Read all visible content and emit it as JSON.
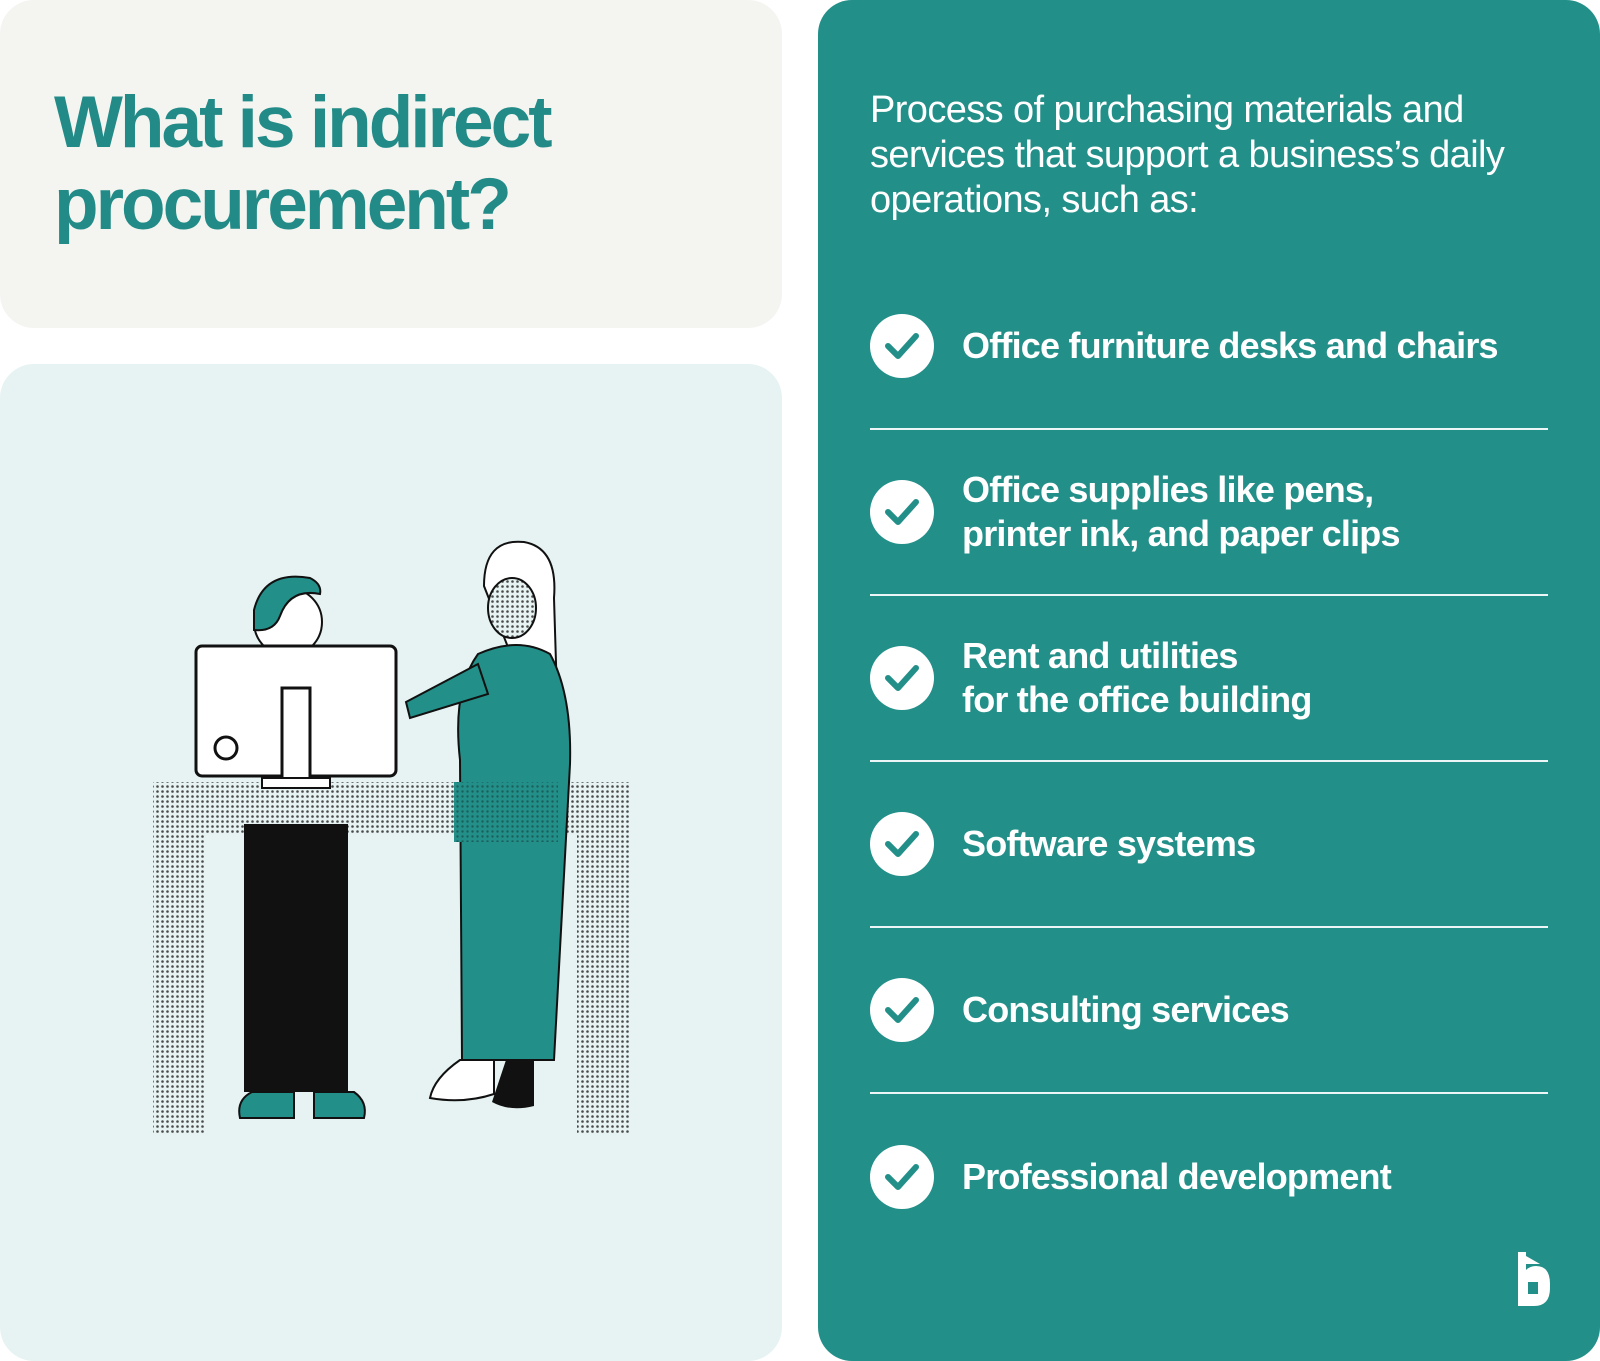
{
  "heading": "What is indirect procurement?",
  "intro": "Process of purchasing materials and services that support a business’s daily operations, such as:",
  "items": [
    {
      "label": "Office furniture desks and chairs",
      "icon": "check-circle-icon"
    },
    {
      "label": "Office supplies like pens,\nprinter ink, and paper clips",
      "icon": "check-circle-icon"
    },
    {
      "label": "Rent and utilities\nfor the office building",
      "icon": "check-circle-icon"
    },
    {
      "label": "Software systems",
      "icon": "check-circle-icon"
    },
    {
      "label": "Consulting services",
      "icon": "check-circle-icon"
    },
    {
      "label": "Professional development",
      "icon": "check-circle-icon"
    }
  ],
  "colors": {
    "teal": "#238f89",
    "title_teal": "#238b87",
    "title_bg": "#f4f5f1",
    "illustration_bg": "#e6f3f2",
    "text_on_teal": "#ffffff"
  },
  "logo": "brand-b-logo"
}
